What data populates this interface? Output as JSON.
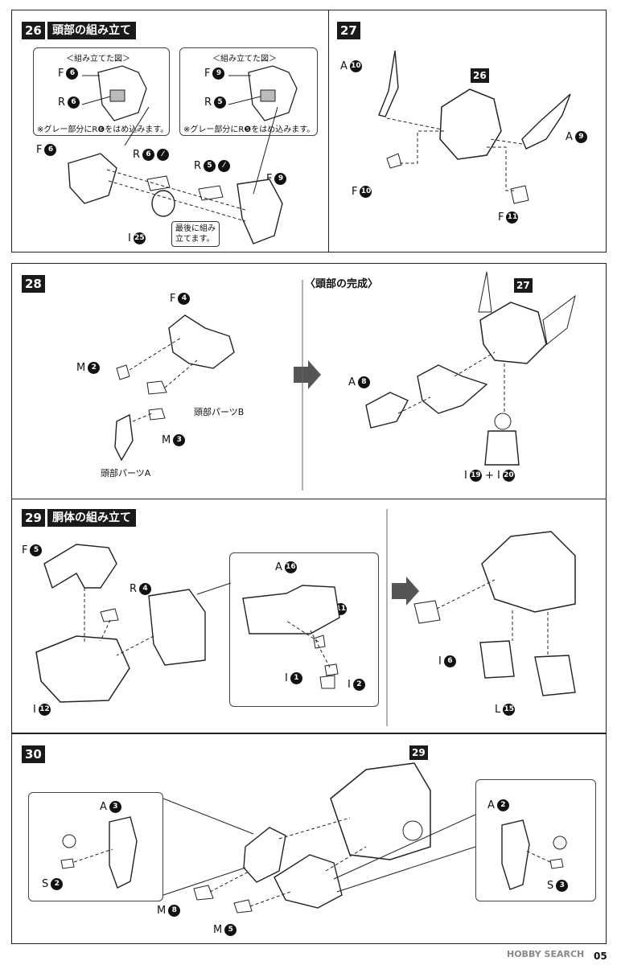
{
  "step26": {
    "num": "26",
    "title": "頭部の組み立て",
    "inset1_title": "＜組み立てた図＞",
    "inset2_title": "＜組み立てた図＞",
    "inset1_f": "F",
    "inset1_f_n": "6",
    "inset1_r": "R",
    "inset1_r_n": "6",
    "inset2_f": "F",
    "inset2_f_n": "9",
    "inset2_r": "R",
    "inset2_r_n": "5",
    "note1": "※グレー部分にR❻をはめ込みます。",
    "note2": "※グレー部分にR❺をはめ込みます。",
    "f6": "F",
    "f6_n": "6",
    "r6": "R",
    "r6_n": "6",
    "r5": "R",
    "r5_n": "5",
    "f9": "F",
    "f9_n": "9",
    "i25": "I",
    "i25_n": "25",
    "callout": [
      "最後に組み",
      "立てます。"
    ]
  },
  "step27": {
    "num": "27",
    "ref": "26",
    "a10": "A",
    "a10_n": "10",
    "a9": "A",
    "a9_n": "9",
    "f10": "F",
    "f10_n": "10",
    "f11": "F",
    "f11_n": "11"
  },
  "step28": {
    "num": "28",
    "f4": "F",
    "f4_n": "4",
    "m2": "M",
    "m2_n": "2",
    "m3": "M",
    "m3_n": "3",
    "part_b": "頭部パーツB",
    "part_a": "頭部パーツA"
  },
  "head_complete": {
    "title": "〈頭部の完成〉",
    "ref": "27",
    "a8": "A",
    "a8_n": "8",
    "i_combo": "I",
    "i_combo_n1": "19",
    "plus": "+",
    "i_combo2": "I",
    "i_combo_n2": "20"
  },
  "step29": {
    "num": "29",
    "title": "胴体の組み立て",
    "f5": "F",
    "f5_n": "5",
    "r4": "R",
    "r4_n": "4",
    "i12": "I",
    "i12_n": "12",
    "a16": "A",
    "a16_n": "16",
    "m11": "M",
    "m11_n": "11",
    "i1": "I",
    "i1_n": "1",
    "i2": "I",
    "i2_n": "2",
    "i6": "I",
    "i6_n": "6",
    "l15": "L",
    "l15_n": "15"
  },
  "step30": {
    "num": "30",
    "ref": "29",
    "a3": "A",
    "a3_n": "3",
    "s2": "S",
    "s2_n": "2",
    "a2": "A",
    "a2_n": "2",
    "s3": "S",
    "s3_n": "3",
    "m8": "M",
    "m8_n": "8",
    "m5": "M",
    "m5_n": "5"
  },
  "footer": {
    "brand": "HOBBY SEARCH",
    "page": "05"
  }
}
